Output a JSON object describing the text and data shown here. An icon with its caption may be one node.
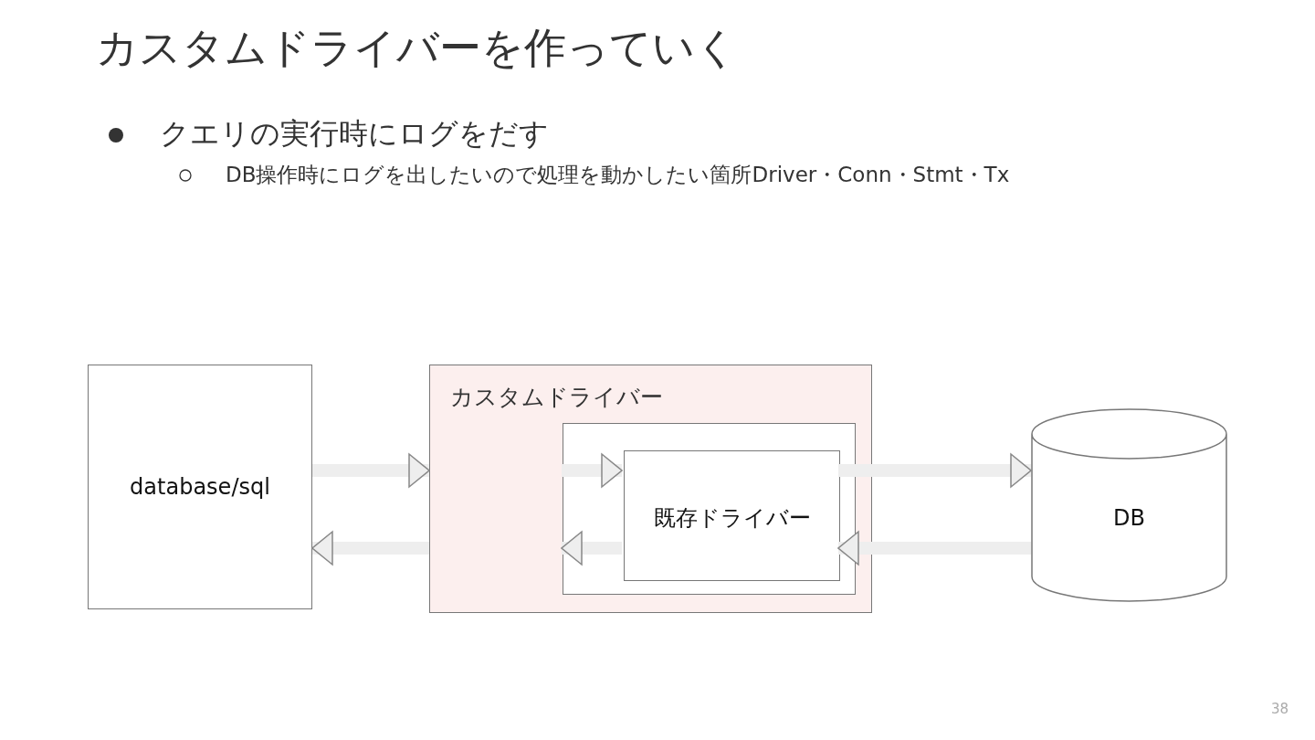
{
  "diagram": {
    "title": "カスタムドライバーを作っていく",
    "nodes": [
      {
        "text": [
          "database/sql"
        ]
      },
      {
        "text": [
          "カスタムドライバー"
        ]
      },
      {
        "text": [],
        "shape": "box",
        "in": 1
      },
      {
        "text": [
          "既存ドライバー"
        ],
        "in": 2
      },
      {
        "text": [
          "DB"
        ]
      }
    ],
    "edges": [
      {
        "from": 0,
        "to": 1,
        "arrow": "to"
      },
      {
        "from": 1,
        "to": 0,
        "arrow": "to"
      },
      {
        "from": 2,
        "to": 3,
        "arrow": "to"
      },
      {
        "from": 3,
        "to": 2,
        "arrow": "to"
      },
      {
        "from": 3,
        "to": 4,
        "arrow": "to"
      },
      {
        "from": 4,
        "to": 3,
        "arrow": "to"
      }
    ],
    "labels": [
      "クエリの実行時にログをだす",
      "DB操作時にログを出したいので処理を動かしたい箇所Driver・Conn・Stmt・Tx",
      "38"
    ]
  }
}
